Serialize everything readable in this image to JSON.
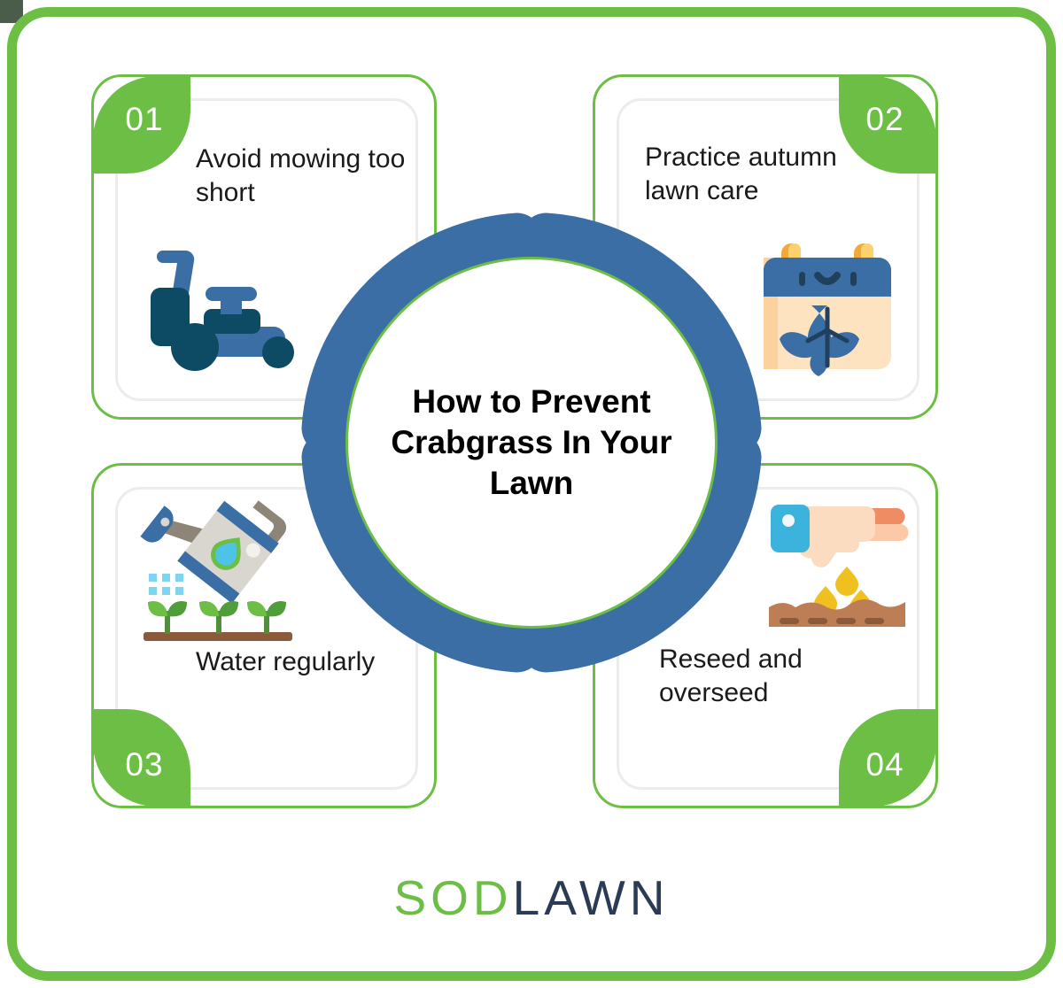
{
  "theme": {
    "green": "#6cbe45",
    "blue": "#3a6ea5",
    "navy": "#2b3a55",
    "dark_blue": "#0d4a63",
    "card_border_grey": "#ececec",
    "background": "#ffffff"
  },
  "center": {
    "title": "How to Prevent Crabgrass In Your Lawn"
  },
  "cards": [
    {
      "number": "01",
      "title": "Avoid mowing too short",
      "icon": "lawn-mower-icon",
      "leaf_corner": "top-left"
    },
    {
      "number": "02",
      "title": "Practice autumn lawn care",
      "icon": "autumn-calendar-icon",
      "leaf_corner": "top-right"
    },
    {
      "number": "03",
      "title": "Water regularly",
      "icon": "watering-can-seedlings-icon",
      "leaf_corner": "bottom-left"
    },
    {
      "number": "04",
      "title": "Reseed and overseed",
      "icon": "hand-sowing-seeds-icon",
      "leaf_corner": "bottom-right"
    }
  ],
  "logo": {
    "part_one": "SOD",
    "part_two": "LAWN"
  }
}
